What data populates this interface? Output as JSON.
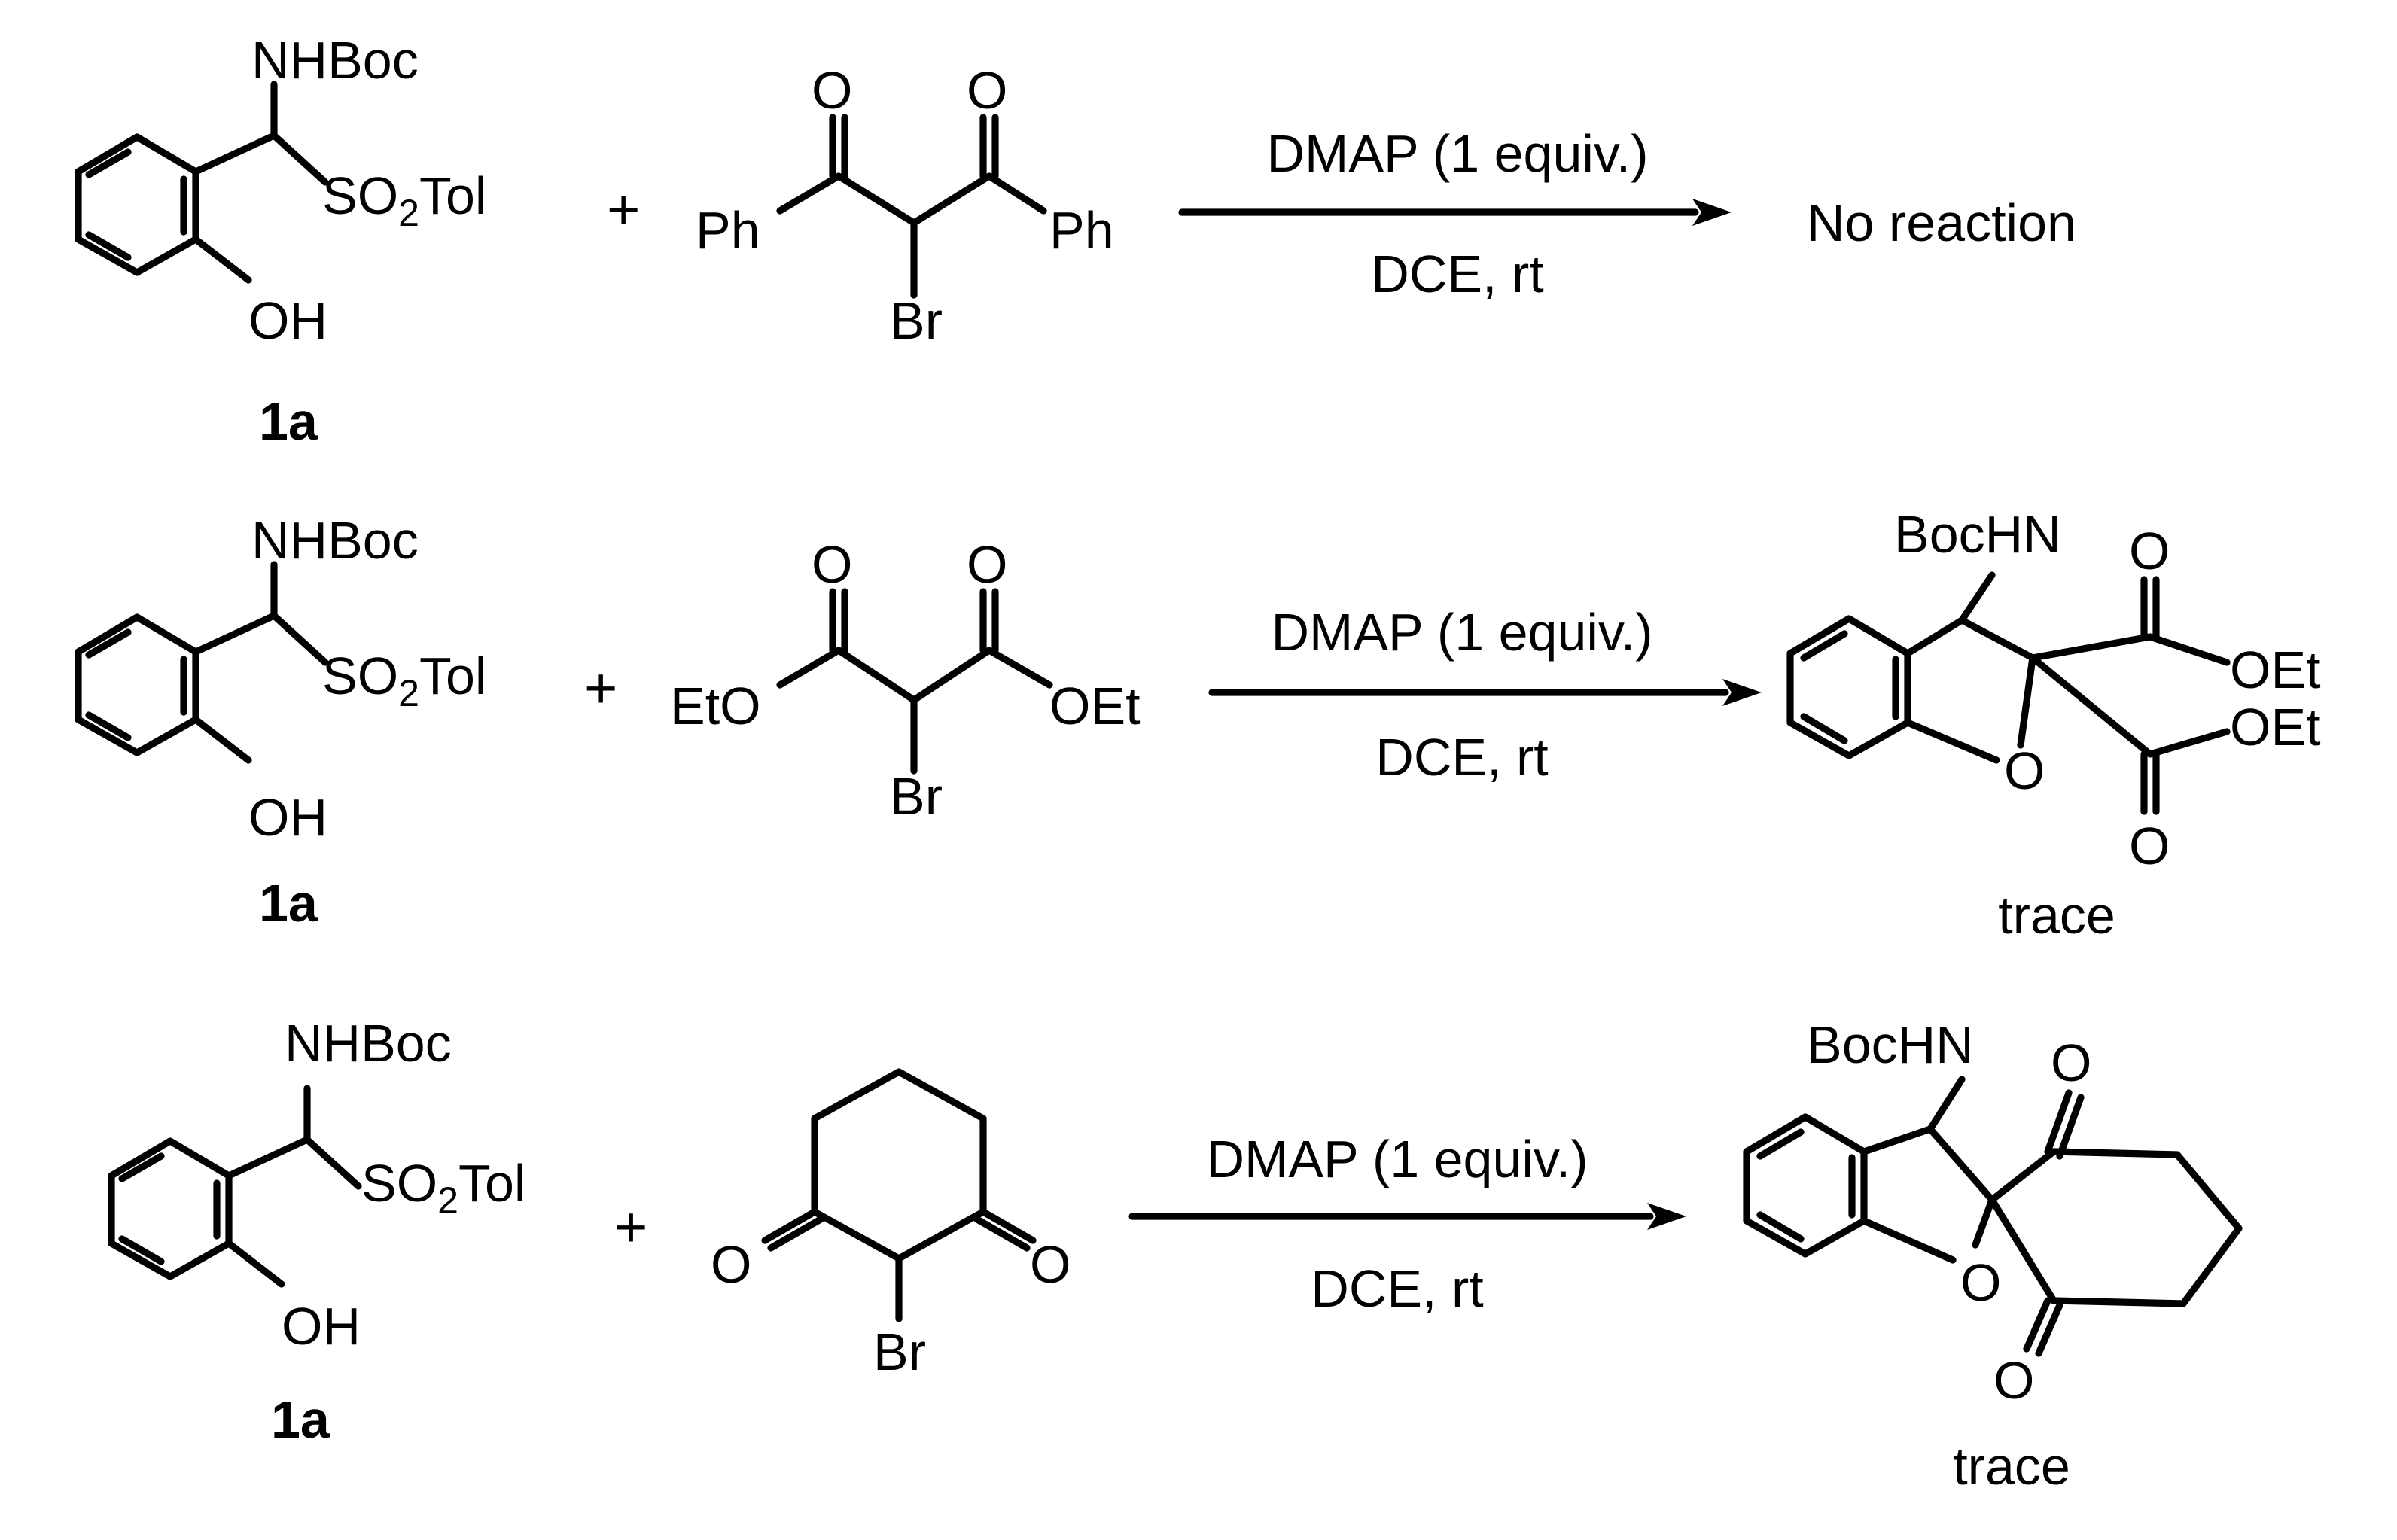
{
  "reactions": [
    {
      "sulfone": {
        "amine": "NHBoc",
        "sulfonyl": "SO",
        "sulfonyl_sub": "2",
        "sulfonyl_tail": "Tol",
        "hydroxy": "OH",
        "compound_label": "1a"
      },
      "plus": "+",
      "reagent": {
        "phenyl_left": "Ph",
        "phenyl_right": "Ph",
        "oxo_left": "O",
        "oxo_right": "O",
        "bromo": "Br"
      },
      "conditions": {
        "above": "DMAP (1 equiv.)",
        "below": "DCE, rt"
      },
      "result": "No reaction"
    },
    {
      "sulfone": {
        "amine": "NHBoc",
        "sulfonyl": "SO",
        "sulfonyl_sub": "2",
        "sulfonyl_tail": "Tol",
        "hydroxy": "OH",
        "compound_label": "1a"
      },
      "plus": "+",
      "reagent": {
        "ester_left": "EtO",
        "ester_right": "OEt",
        "oxo_left": "O",
        "oxo_right": "O",
        "bromo": "Br"
      },
      "conditions": {
        "above": "DMAP (1 equiv.)",
        "below": "DCE, rt"
      },
      "product": {
        "amine": "BocHN",
        "ring_oxygen": "O",
        "oxo_top": "O",
        "oxo_bottom": "O",
        "ethoxy_top": "OEt",
        "ethoxy_bottom": "OEt",
        "yield": "trace"
      }
    },
    {
      "sulfone": {
        "amine": "NHBoc",
        "sulfonyl": "SO",
        "sulfonyl_sub": "2",
        "sulfonyl_tail": "Tol",
        "hydroxy": "OH",
        "compound_label": "1a"
      },
      "plus": "+",
      "reagent": {
        "oxo_left": "O",
        "oxo_right": "O",
        "bromo": "Br"
      },
      "conditions": {
        "above": "DMAP (1 equiv.)",
        "below": "DCE, rt"
      },
      "product": {
        "amine": "BocHN",
        "ring_oxygen": "O",
        "oxo_top": "O",
        "oxo_bottom": "O",
        "yield": "trace"
      }
    }
  ]
}
